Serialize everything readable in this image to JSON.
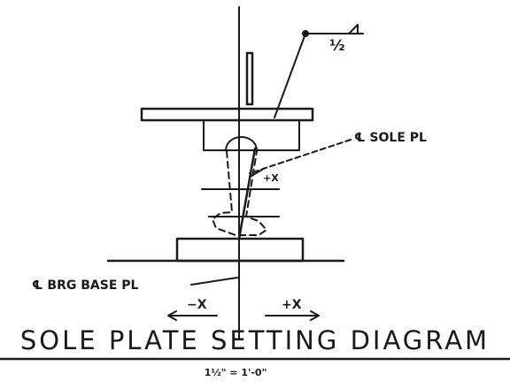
{
  "diagram": {
    "title": "SOLE PLATE SETTING DIAGRAM",
    "scale": "1½\" = 1'-0\"",
    "labels": {
      "sole_plate_cl": "℄ SOLE PL",
      "bearing_base_cl": "℄ BRG BASE PL",
      "plus_x_small": "+X",
      "minus_x": "−X",
      "plus_x": "+X",
      "weld_size": "½"
    },
    "colors": {
      "ink": "#1a1a1a",
      "paper": "#ffffff"
    }
  }
}
